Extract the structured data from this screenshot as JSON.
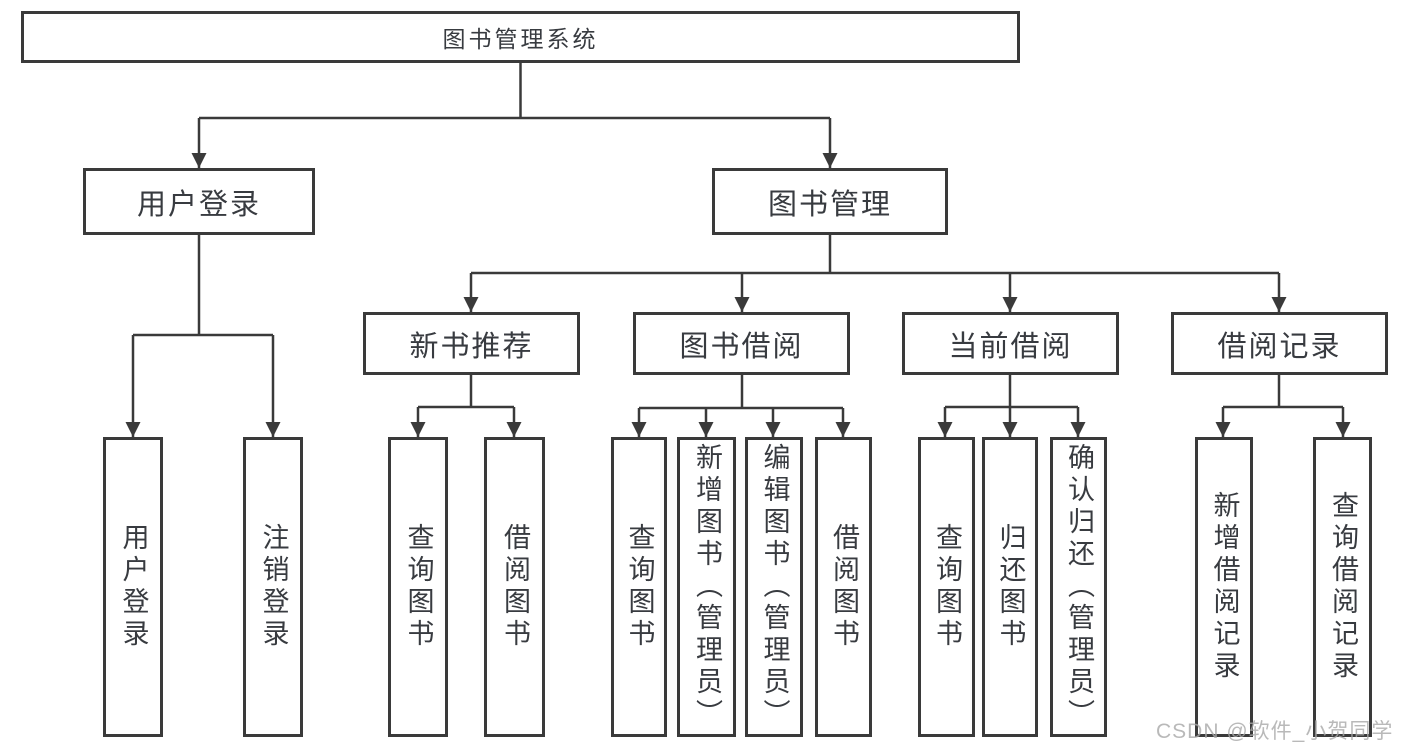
{
  "diagram": {
    "root": {
      "label": "图书管理系统"
    },
    "level2": [
      {
        "id": "user-login",
        "label": "用户登录"
      },
      {
        "id": "book-management",
        "label": "图书管理"
      }
    ],
    "level3": [
      {
        "id": "new-book-recommend",
        "label": "新书推荐"
      },
      {
        "id": "book-borrowing",
        "label": "图书借阅"
      },
      {
        "id": "current-borrowing",
        "label": "当前借阅"
      },
      {
        "id": "borrowing-records",
        "label": "借阅记录"
      }
    ],
    "leaves": [
      {
        "id": "leaf-user-login",
        "label": "用户登录"
      },
      {
        "id": "leaf-logout",
        "label": "注销登录"
      },
      {
        "id": "leaf-query-books-recommend",
        "label": "查询图书"
      },
      {
        "id": "leaf-borrow-books-recommend",
        "label": "借阅图书"
      },
      {
        "id": "leaf-query-books-borrowing",
        "label": "查询图书"
      },
      {
        "id": "leaf-add-books-admin",
        "label": "新增图书（管理员）"
      },
      {
        "id": "leaf-edit-books-admin",
        "label": "编辑图书（管理员）"
      },
      {
        "id": "leaf-borrow-books-borrowing",
        "label": "借阅图书"
      },
      {
        "id": "leaf-query-books-current",
        "label": "查询图书"
      },
      {
        "id": "leaf-return-books",
        "label": "归还图书"
      },
      {
        "id": "leaf-confirm-return-admin",
        "label": "确认归还（管理员）"
      },
      {
        "id": "leaf-add-borrow-record",
        "label": "新增借阅记录"
      },
      {
        "id": "leaf-query-borrow-record",
        "label": "查询借阅记录"
      }
    ]
  },
  "watermark": {
    "text": "CSDN @软件_小贺同学"
  },
  "colors": {
    "line": "#3a3a3a",
    "text": "#383b40",
    "watermark": "#a8a8a8",
    "background": "#ffffff"
  }
}
